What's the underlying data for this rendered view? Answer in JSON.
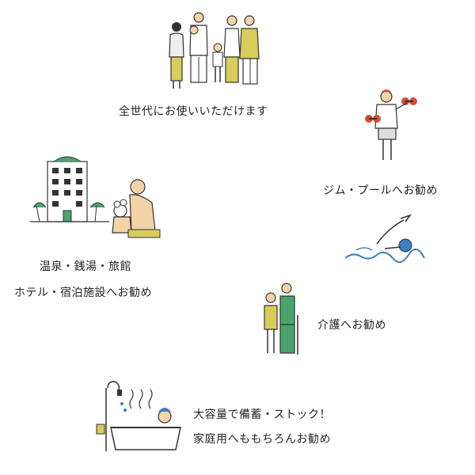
{
  "sections": {
    "all_generations": {
      "text": "全世代にお使いいただけます"
    },
    "gym": {
      "text": "ジム・プールへお勧め"
    },
    "hotel": {
      "line1": "温泉・銭湯・旅館",
      "line2": "ホテル・宿泊施設へお勧め"
    },
    "care": {
      "text": "介護へお勧め"
    },
    "home": {
      "line1": "大容量で備蓄・ストック！",
      "line2": "家庭用へももちろんお勧め"
    }
  },
  "colors": {
    "accent_yellow": "#d8cc5a",
    "accent_green": "#4aa46c",
    "accent_red": "#d94a3a",
    "accent_blue": "#3b7fc4",
    "skin": "#f2d4a8",
    "line": "#333333"
  }
}
